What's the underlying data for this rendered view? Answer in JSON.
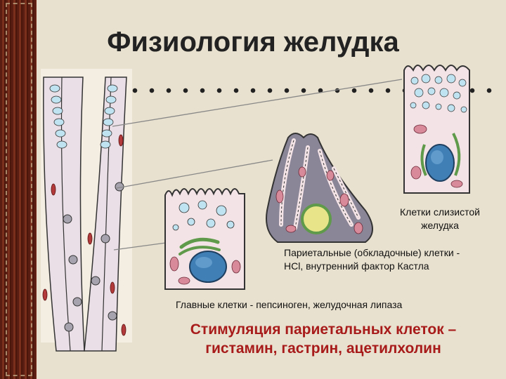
{
  "title": "Физиология желудка",
  "labels": {
    "mucous_line1": "Клетки слизистой",
    "mucous_line2": "желудка",
    "parietal_line1": "Париетальные (обкладочные) клетки -",
    "parietal_line2": "HCl, внутренний фактор Кастла",
    "chief": "Главные клетки - пепсиноген, желудочная липаза"
  },
  "footer": {
    "line1": "Стимуляция париетальных клеток –",
    "line2": "гистамин, гастрин, ацетилхолин"
  },
  "colors": {
    "background": "#e9e1cf",
    "border": "#5a1d12",
    "footer_text": "#a81b1b",
    "cell_fill_light": "#f3e3e6",
    "parietal_fill": "#8b8598",
    "nucleus": "#3f7fb5",
    "vesicle": "#bfe3f0",
    "mitochondria": "#d98a9a",
    "er_green": "#5f9a4a"
  }
}
